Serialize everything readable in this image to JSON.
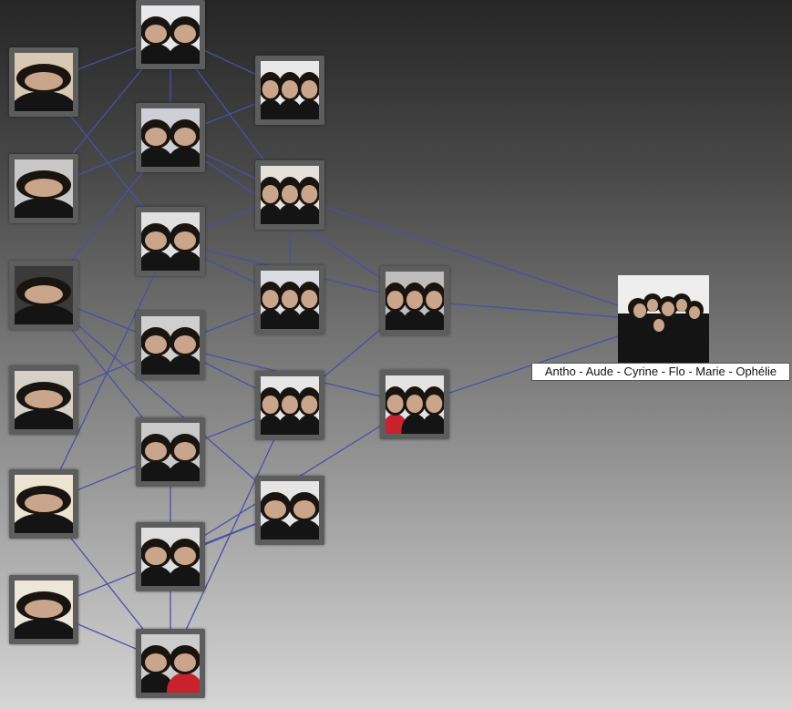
{
  "root": {
    "label": "Antho - Aude - Cyrine - Flo - Marie - Ophélie",
    "bg": "#eeeeee"
  },
  "palette": {
    "edge": "#4b4fa6",
    "frame": "#5d5d5d",
    "skin": "#c9a58c",
    "hair": "#1a1410",
    "clothes": "#141414",
    "red": "#c8232c"
  },
  "nodes": [
    {
      "id": "n1",
      "bg": "#e8e8ea",
      "people": 2
    },
    {
      "id": "n2",
      "bg": "#d9c9b3",
      "people": 1
    },
    {
      "id": "n3",
      "bg": "#e8e8e8",
      "people": 3
    },
    {
      "id": "n4",
      "bg": "#cfcfd6",
      "people": 2
    },
    {
      "id": "n5",
      "bg": "#c8c8c8",
      "people": 1
    },
    {
      "id": "n6",
      "bg": "#e6e1da",
      "people": 3
    },
    {
      "id": "n7",
      "bg": "#e0e0e0",
      "people": 2
    },
    {
      "id": "n8",
      "bg": "#3a3a3a",
      "people": 1
    },
    {
      "id": "n9",
      "bg": "#dcdde3",
      "people": 3
    },
    {
      "id": "n10",
      "bg": "#bdbdbd",
      "people": 3
    },
    {
      "id": "n11",
      "bg": "#cfcfcf",
      "people": 2
    },
    {
      "id": "n12",
      "bg": "#d7d0c9",
      "people": 1
    },
    {
      "id": "n13",
      "bg": "#e6e6e6",
      "people": 3
    },
    {
      "id": "n14",
      "bg": "#e3e3e3",
      "people": 3
    },
    {
      "id": "n15",
      "bg": "#ece4d0",
      "people": 1
    },
    {
      "id": "n16",
      "bg": "#c9c9c9",
      "people": 2
    },
    {
      "id": "n17",
      "bg": "#e5e5e5",
      "people": 2
    },
    {
      "id": "n18",
      "bg": "#dedede",
      "people": 2
    },
    {
      "id": "n19",
      "bg": "#ede6da",
      "people": 1
    },
    {
      "id": "n20",
      "bg": "#cccccc",
      "people": 2
    }
  ],
  "edges": [
    [
      "n2",
      "n1"
    ],
    [
      "n1",
      "n3"
    ],
    [
      "n1",
      "n6"
    ],
    [
      "n1",
      "n4"
    ],
    [
      "n4",
      "n3"
    ],
    [
      "n5",
      "n4"
    ],
    [
      "n4",
      "n6"
    ],
    [
      "n4",
      "n10"
    ],
    [
      "n7",
      "n6"
    ],
    [
      "n7",
      "n9"
    ],
    [
      "n7",
      "n10"
    ],
    [
      "n5",
      "n1"
    ],
    [
      "n2",
      "n7"
    ],
    [
      "n6",
      "n9"
    ],
    [
      "n6",
      "root"
    ],
    [
      "n10",
      "root"
    ],
    [
      "n14",
      "root"
    ],
    [
      "n8",
      "n11"
    ],
    [
      "n8",
      "n16"
    ],
    [
      "n8",
      "n17"
    ],
    [
      "n11",
      "n9"
    ],
    [
      "n11",
      "n14"
    ],
    [
      "n12",
      "n11"
    ],
    [
      "n11",
      "n13"
    ],
    [
      "n16",
      "n13"
    ],
    [
      "n15",
      "n16"
    ],
    [
      "n13",
      "n10"
    ],
    [
      "n15",
      "n20"
    ],
    [
      "n19",
      "n17"
    ],
    [
      "n19",
      "n20"
    ],
    [
      "n17",
      "n18"
    ],
    [
      "n18",
      "n14"
    ],
    [
      "n13",
      "n20"
    ],
    [
      "n18",
      "n20"
    ],
    [
      "n16",
      "n18"
    ],
    [
      "n15",
      "n7"
    ],
    [
      "n4",
      "n8"
    ]
  ]
}
